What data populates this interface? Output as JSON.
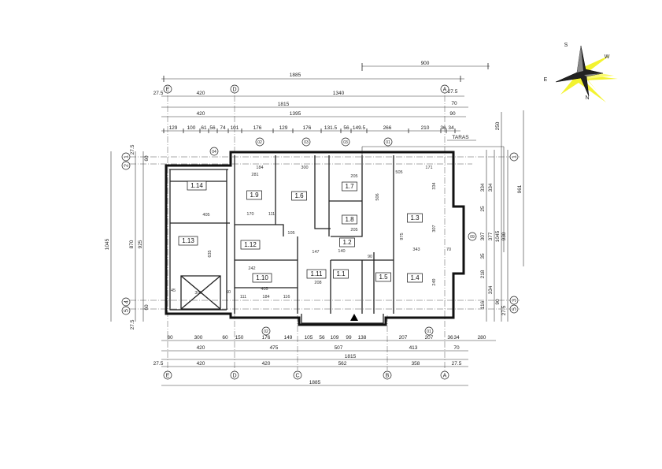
{
  "terrace_label": "TARAS",
  "compass": {
    "n": "N",
    "s": "S",
    "e": "E",
    "w": "W",
    "accent": "#f2f21a"
  },
  "axes": {
    "cols": [
      "E",
      "D",
      "C",
      "B",
      "A"
    ],
    "rows": [
      "1",
      "2",
      "3",
      "4",
      "5"
    ]
  },
  "top_dims": {
    "row0": [
      "900"
    ],
    "row1": [
      "1885"
    ],
    "row2": [
      "27.5",
      "420",
      "1340",
      "27.5"
    ],
    "row3": [
      "1815",
      "70"
    ],
    "row4": [
      "420",
      "1395",
      "90"
    ],
    "row5": [
      "129",
      "100",
      "61",
      "56",
      "74",
      "101",
      "176",
      "129",
      "176",
      "131.5",
      "56",
      "149.5",
      "266",
      "210",
      "36",
      "34"
    ]
  },
  "bottom_dims": {
    "row1": [
      "80",
      "300",
      "60",
      "150",
      "176",
      "149",
      "105",
      "56",
      "109",
      "99",
      "138",
      "207",
      "207",
      "36",
      "34",
      "280"
    ],
    "row2": [
      "420",
      "475",
      "507",
      "413",
      "70"
    ],
    "row3": [
      "1815"
    ],
    "row4": [
      "27.5",
      "420",
      "420",
      "562",
      "358",
      "27.5"
    ],
    "row5": [
      "1885"
    ]
  },
  "left_dims": [
    "1045",
    "870",
    "925",
    "27.5",
    "60",
    "60",
    "27.5"
  ],
  "right_dims": [
    "334",
    "334",
    "25",
    "307",
    "377",
    "1045",
    "930",
    "35",
    "218",
    "334",
    "116",
    "90",
    "27.5",
    "961",
    "250"
  ],
  "rooms": [
    "1.14",
    "1.13",
    "1.9",
    "1.6",
    "1.7",
    "1.8",
    "1.2",
    "1.3",
    "1.4",
    "1.5",
    "1.1",
    "1.11",
    "1.12",
    "1.10"
  ],
  "interior_dims": [
    "405",
    "635",
    "300",
    "45",
    "60",
    "281",
    "184",
    "300",
    "170",
    "111",
    "105",
    "505",
    "171",
    "343",
    "70",
    "975",
    "506",
    "205",
    "205",
    "242",
    "405",
    "111",
    "184",
    "116",
    "208",
    "140",
    "90",
    "147",
    "307",
    "249",
    "334"
  ],
  "door_tags": [
    "04",
    "02",
    "03",
    "03",
    "01",
    "02",
    "01",
    "09"
  ]
}
